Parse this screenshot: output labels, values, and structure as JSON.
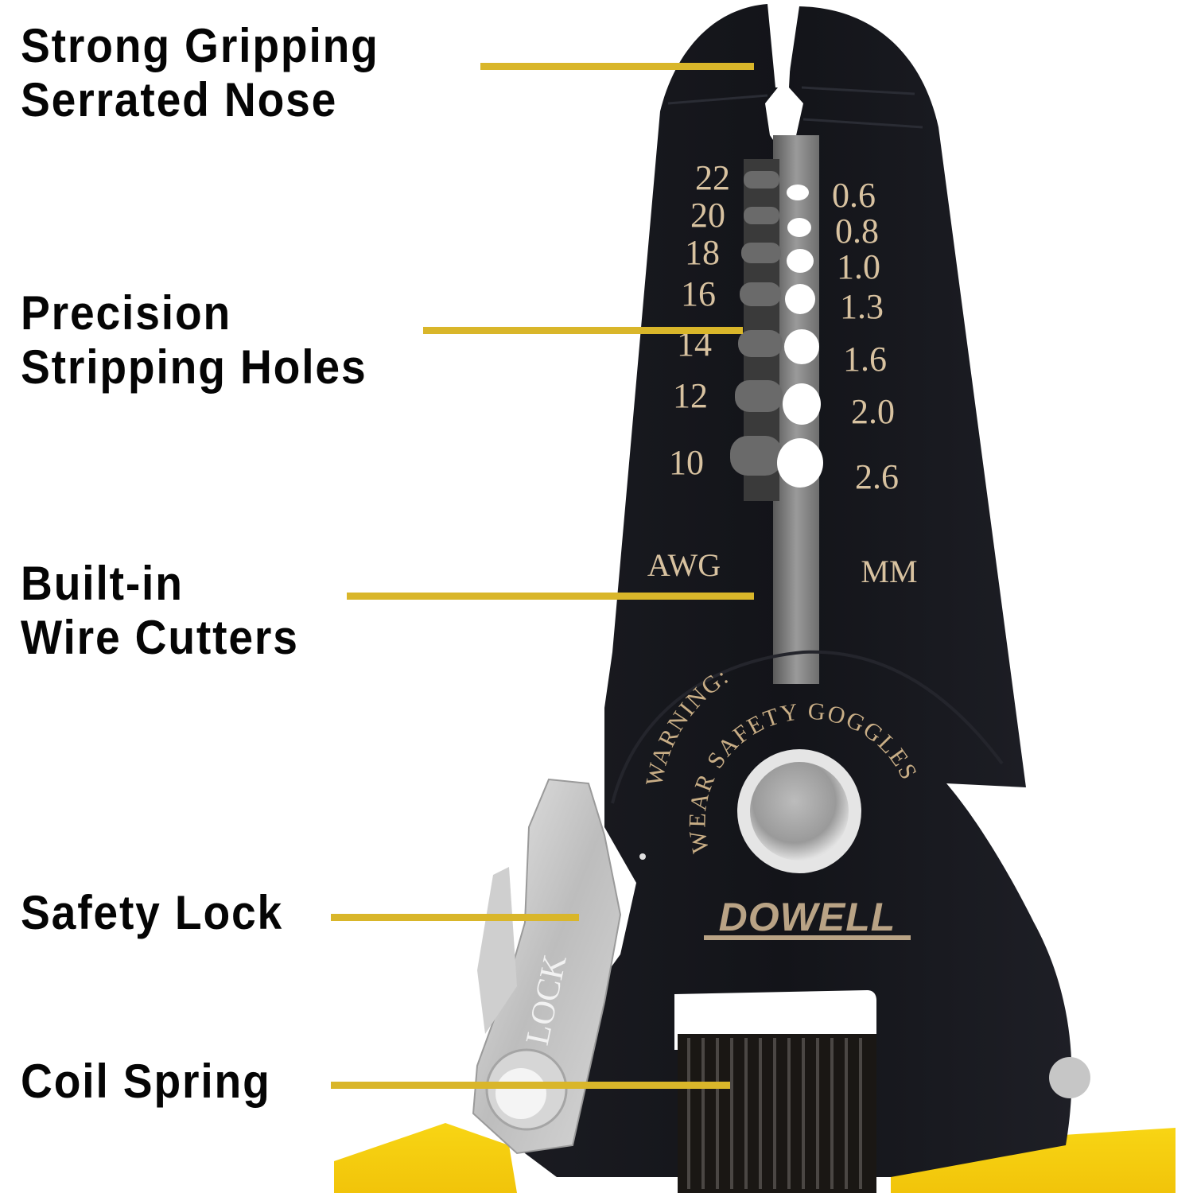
{
  "callouts": [
    {
      "id": "nose",
      "lines": [
        "Strong Gripping",
        "Serrated Nose"
      ]
    },
    {
      "id": "holes",
      "lines": [
        "Precision",
        "Stripping Holes"
      ]
    },
    {
      "id": "cutters",
      "lines": [
        "Built-in",
        "Wire Cutters"
      ]
    },
    {
      "id": "lock",
      "lines": [
        "Safety Lock"
      ]
    },
    {
      "id": "spring",
      "lines": [
        "Coil Spring"
      ]
    }
  ],
  "gauge": {
    "awg_label": "AWG",
    "mm_label": "MM",
    "awg": [
      "22",
      "20",
      "18",
      "16",
      "14",
      "12",
      "10"
    ],
    "mm": [
      "0.6",
      "0.8",
      "1.0",
      "1.3",
      "1.6",
      "2.0",
      "2.6"
    ]
  },
  "tool": {
    "warning_line1": "WARNING:",
    "warning_line2": "WEAR SAFETY GOGGLES",
    "brand": "DOWELL",
    "lock_text": "LOCK"
  },
  "colors": {
    "leader": "#d9b62a",
    "tool_body": "#141519",
    "engraving": "#d8c2a0",
    "handle": "#f5cf0f"
  }
}
